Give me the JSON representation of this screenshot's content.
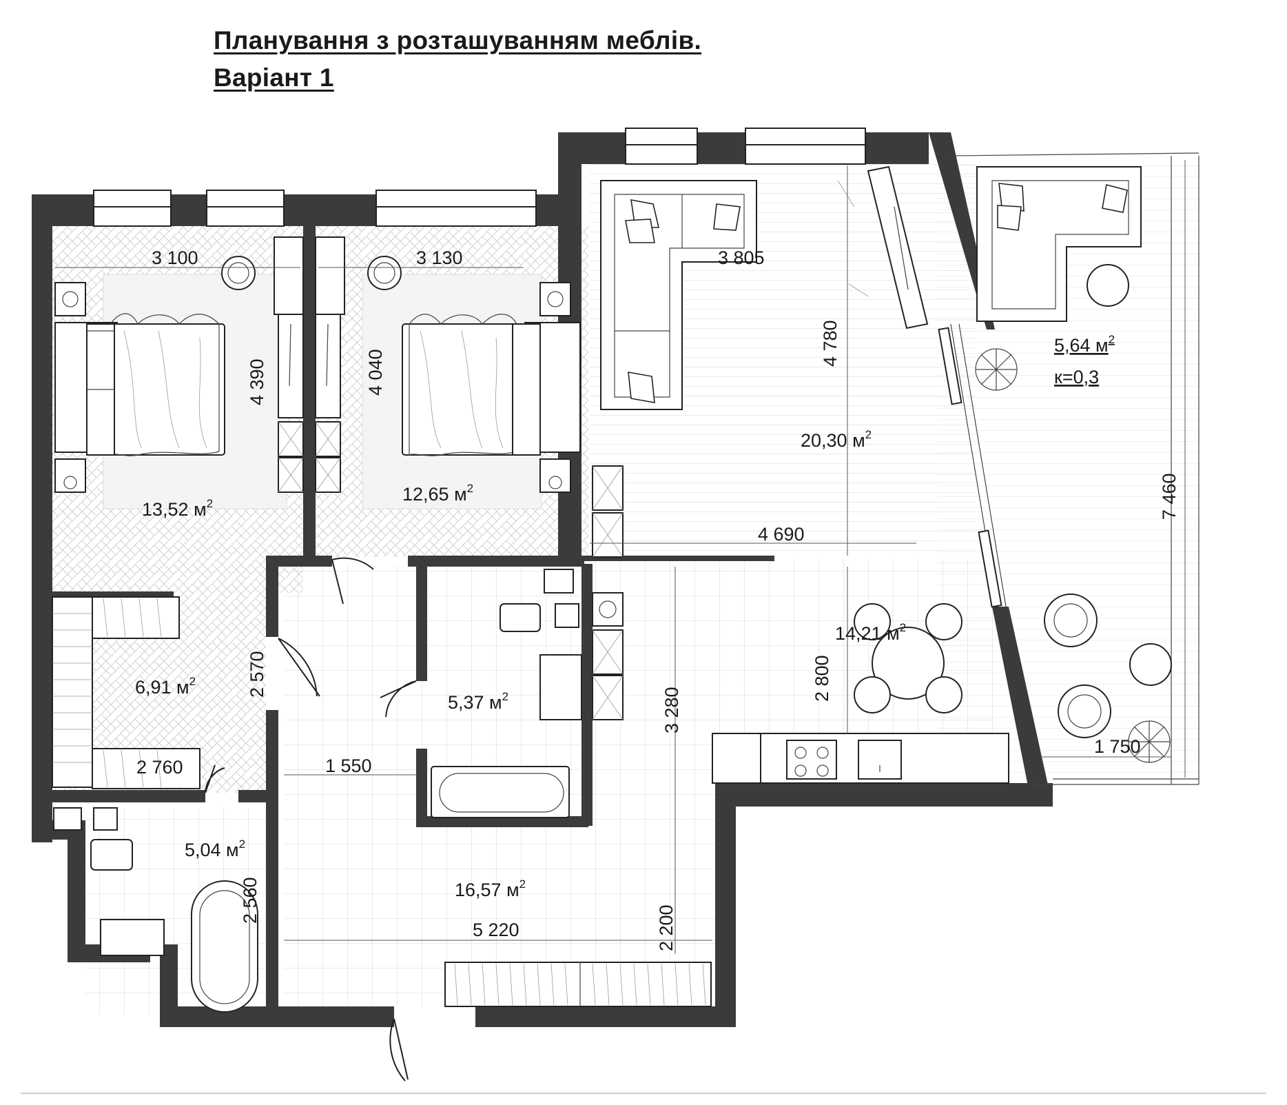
{
  "title": {
    "line1": "Планування з розташуванням меблів.",
    "line2": "Варіант 1"
  },
  "rooms": [
    {
      "id": "bedroom1",
      "area": "13,52 м",
      "sup": "2"
    },
    {
      "id": "bedroom2",
      "area": "12,65 м",
      "sup": "2"
    },
    {
      "id": "living",
      "area": "20,30 м",
      "sup": "2"
    },
    {
      "id": "kitchen",
      "area": "14,21 м",
      "sup": "2"
    },
    {
      "id": "wardrobe",
      "area": "6,91 м",
      "sup": "2"
    },
    {
      "id": "bathroom1",
      "area": "5,37 м",
      "sup": "2"
    },
    {
      "id": "bathroom2",
      "area": "5,04 м",
      "sup": "2"
    },
    {
      "id": "hall",
      "area": "16,57 м",
      "sup": "2"
    },
    {
      "id": "balcony",
      "area": "5,64 м",
      "sup": "2",
      "coef": "к=0,3"
    }
  ],
  "dimensions": [
    "3 100",
    "3 130",
    "3 805",
    "4 390",
    "4 040",
    "4 780",
    "4 690",
    "7 460",
    "2 570",
    "2 760",
    "1 550",
    "3 280",
    "2 800",
    "1 750",
    "2 560",
    "5 220",
    "2 200"
  ]
}
